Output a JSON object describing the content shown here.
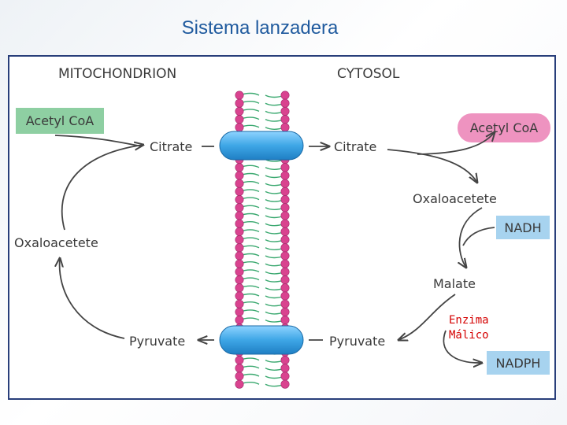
{
  "title": "Sistema lanzadera",
  "diagram": {
    "compartments": {
      "left": "MITOCHONDRION",
      "right": "CYTOSOL"
    },
    "mitochondrion": {
      "acetyl_coa": "Acetyl CoA",
      "citrate": "Citrate",
      "oxaloacetate": "Oxaloacetete",
      "pyruvate": "Pyruvate"
    },
    "cytosol": {
      "citrate": "Citrate",
      "acetyl_coa": "Acetyl CoA",
      "oxaloacetate": "Oxaloacetete",
      "nadh": "NADH",
      "malate": "Malate",
      "enzyme_line1": "Enzima",
      "enzyme_line2": "Málico",
      "nadph": "NADPH",
      "pyruvate": "Pyruvate"
    },
    "colors": {
      "title": "#1f5a9e",
      "frame": "#283e7a",
      "acetyl_coa_mito": "#8ecfa2",
      "acetyl_coa_cyto": "#ee93c0",
      "cofactor_box": "#a7d3ef",
      "transporter": "#3ea6e6",
      "lipid_head": "#d9438f",
      "lipid_tail": "#3aa86f",
      "enzyme_text": "#d40000"
    }
  }
}
